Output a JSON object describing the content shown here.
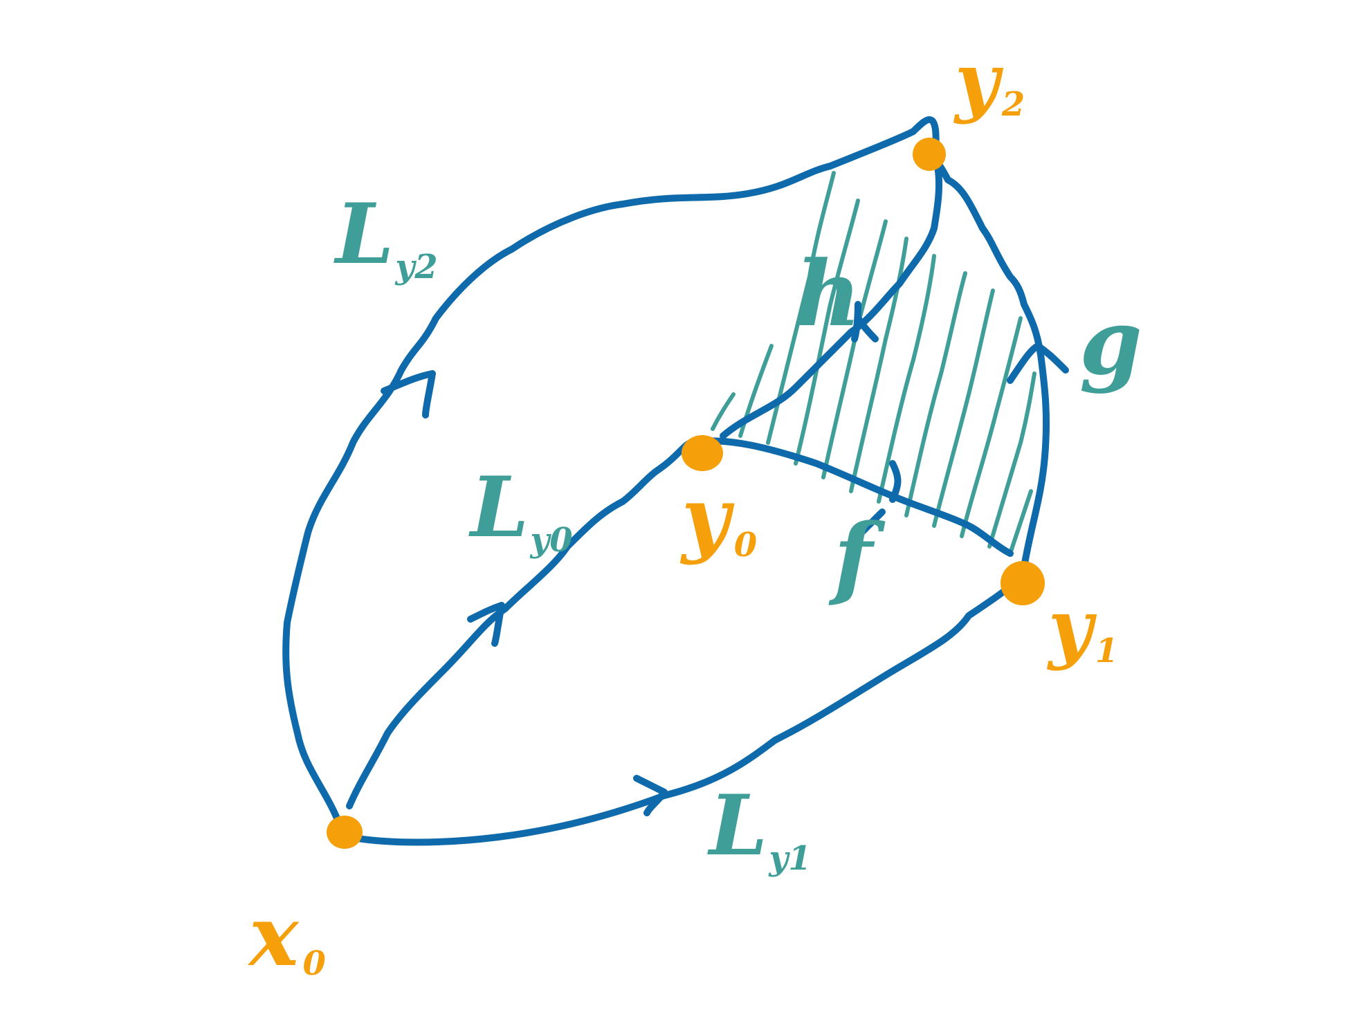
{
  "colors": {
    "edge": "#0e6aaa",
    "vertex": "#f59f0a",
    "label_map": "#3f9e98",
    "label_vertex": "#f59f0a",
    "hatch": "#3f9e98",
    "background": "#ffffff"
  },
  "vertices": {
    "x0": {
      "letter": "x",
      "sub": "0"
    },
    "y0": {
      "letter": "y",
      "sub": "0"
    },
    "y1": {
      "letter": "y",
      "sub": "1"
    },
    "y2": {
      "letter": "y",
      "sub": "2"
    }
  },
  "maps": {
    "L_y0": {
      "letter": "L",
      "sub": "y0"
    },
    "L_y1": {
      "letter": "L",
      "sub": "y1"
    },
    "L_y2": {
      "letter": "L",
      "sub": "y2"
    },
    "f": "f",
    "g": "g",
    "h": "h"
  }
}
